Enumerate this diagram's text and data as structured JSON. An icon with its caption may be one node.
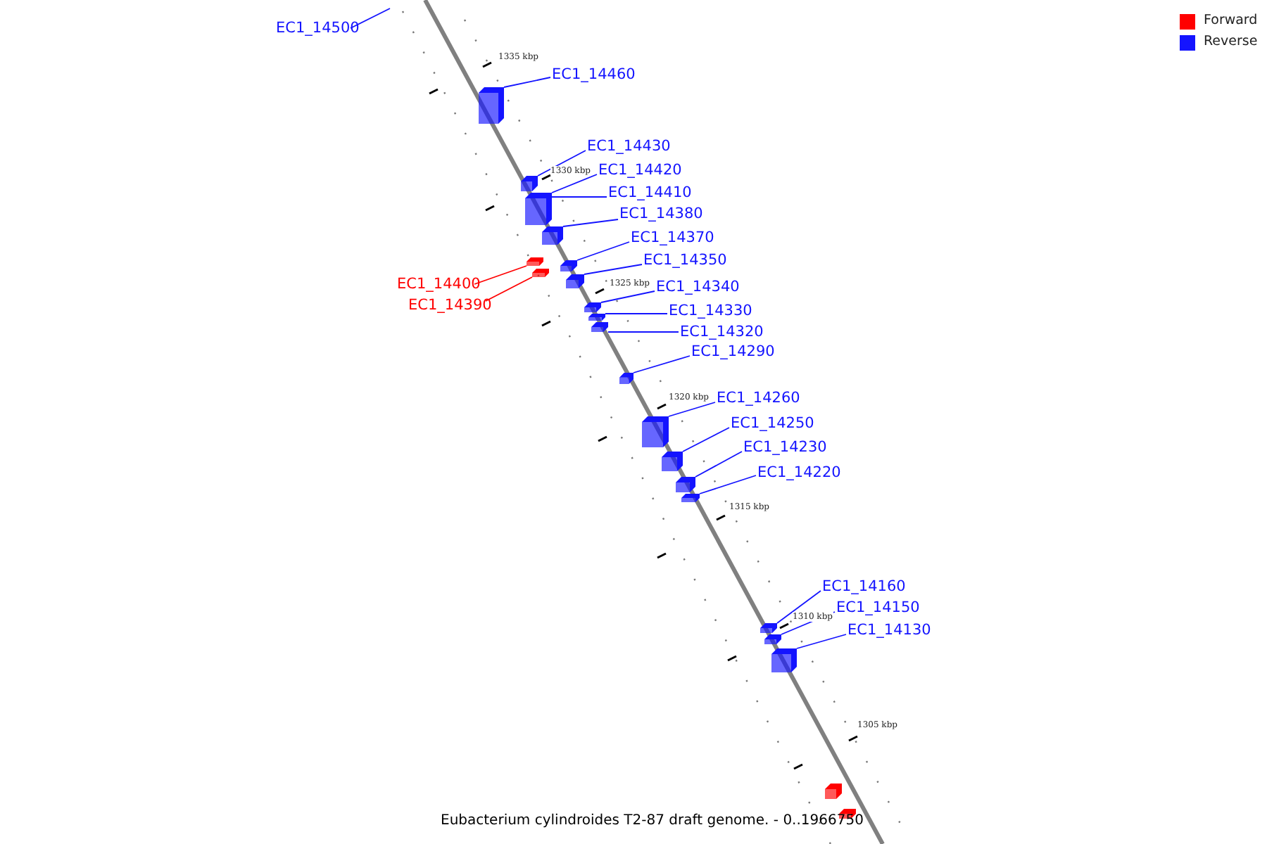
{
  "diagram": {
    "caption": "Eubacterium cylindroides T2-87 draft genome. - 0..1966750",
    "nodes": [
      {
        "text": [
          "EC1_14500"
        ]
      },
      {
        "text": [
          "EC1_14460"
        ]
      },
      {
        "text": [
          "EC1_14430"
        ]
      },
      {
        "text": [
          "EC1_14420"
        ]
      },
      {
        "text": [
          "EC1_14410"
        ]
      },
      {
        "text": [
          "EC1_14380"
        ]
      },
      {
        "text": [
          "EC1_14370"
        ]
      },
      {
        "text": [
          "EC1_14350"
        ]
      },
      {
        "text": [
          "EC1_14400"
        ]
      },
      {
        "text": [
          "EC1_14340"
        ]
      },
      {
        "text": [
          "EC1_14390"
        ]
      },
      {
        "text": [
          "EC1_14330"
        ]
      },
      {
        "text": [
          "EC1_14320"
        ]
      },
      {
        "text": [
          "EC1_14290"
        ]
      },
      {
        "text": [
          "EC1_14260"
        ]
      },
      {
        "text": [
          "EC1_14250"
        ]
      },
      {
        "text": [
          "EC1_14230"
        ]
      },
      {
        "text": [
          "EC1_14220"
        ]
      },
      {
        "text": [
          "EC1_14160"
        ]
      },
      {
        "text": [
          "EC1_14150"
        ]
      },
      {
        "text": [
          "EC1_14130"
        ]
      },
      {
        "text": [],
        "shape": "box"
      },
      {
        "text": [],
        "shape": "box"
      },
      {
        "text": [],
        "shape": "box"
      },
      {
        "text": [],
        "shape": "box"
      },
      {
        "text": [],
        "shape": "box"
      },
      {
        "text": [],
        "shape": "box"
      },
      {
        "text": [],
        "shape": "box"
      },
      {
        "text": [],
        "shape": "box"
      },
      {
        "text": [],
        "shape": "box"
      },
      {
        "text": [],
        "shape": "box"
      },
      {
        "text": [],
        "shape": "box"
      },
      {
        "text": [],
        "shape": "box"
      },
      {
        "text": [],
        "shape": "box"
      },
      {
        "text": [],
        "shape": "box"
      },
      {
        "text": [],
        "shape": "box"
      },
      {
        "text": [],
        "shape": "box"
      },
      {
        "text": [],
        "shape": "box"
      },
      {
        "text": [],
        "shape": "box"
      },
      {
        "text": [],
        "shape": "box"
      },
      {
        "text": [],
        "shape": "box"
      },
      {
        "text": [],
        "shape": "box"
      }
    ],
    "edges": [
      {
        "from": 0,
        "to": null,
        "arrow": "none"
      },
      {
        "from": 1,
        "to": 21,
        "arrow": "none"
      },
      {
        "from": 2,
        "to": 22,
        "arrow": "none"
      },
      {
        "from": 3,
        "to": 23,
        "arrow": "none"
      },
      {
        "from": 4,
        "to": 23,
        "arrow": "none"
      },
      {
        "from": 5,
        "to": 24,
        "arrow": "none"
      },
      {
        "from": 6,
        "to": 26,
        "arrow": "none"
      },
      {
        "from": 7,
        "to": 28,
        "arrow": "none"
      },
      {
        "from": 8,
        "to": 25,
        "arrow": "none",
        "color": "#ff0000"
      },
      {
        "from": 9,
        "to": 29,
        "arrow": "none"
      },
      {
        "from": 10,
        "to": 27,
        "arrow": "none",
        "color": "#ff0000"
      },
      {
        "from": 11,
        "to": 30,
        "arrow": "none"
      },
      {
        "from": 12,
        "to": 31,
        "arrow": "none"
      },
      {
        "from": 13,
        "to": 32,
        "arrow": "none"
      },
      {
        "from": 14,
        "to": 33,
        "arrow": "none"
      },
      {
        "from": 15,
        "to": 34,
        "arrow": "none"
      },
      {
        "from": 16,
        "to": 35,
        "arrow": "none"
      },
      {
        "from": 17,
        "to": 36,
        "arrow": "none"
      },
      {
        "from": 18,
        "to": 37,
        "arrow": "none"
      },
      {
        "from": 19,
        "to": 38,
        "arrow": "none"
      },
      {
        "from": 20,
        "to": 39,
        "arrow": "none"
      }
    ],
    "labels": [
      "1335 kbp",
      "1330 kbp",
      "1325 kbp",
      "1320 kbp",
      "1315 kbp",
      "1310 kbp",
      "1305 kbp"
    ],
    "legend": [
      {
        "text": "Forward",
        "color": "#ff0000"
      },
      {
        "text": "Reverse",
        "color": "#1414ff"
      }
    ]
  }
}
